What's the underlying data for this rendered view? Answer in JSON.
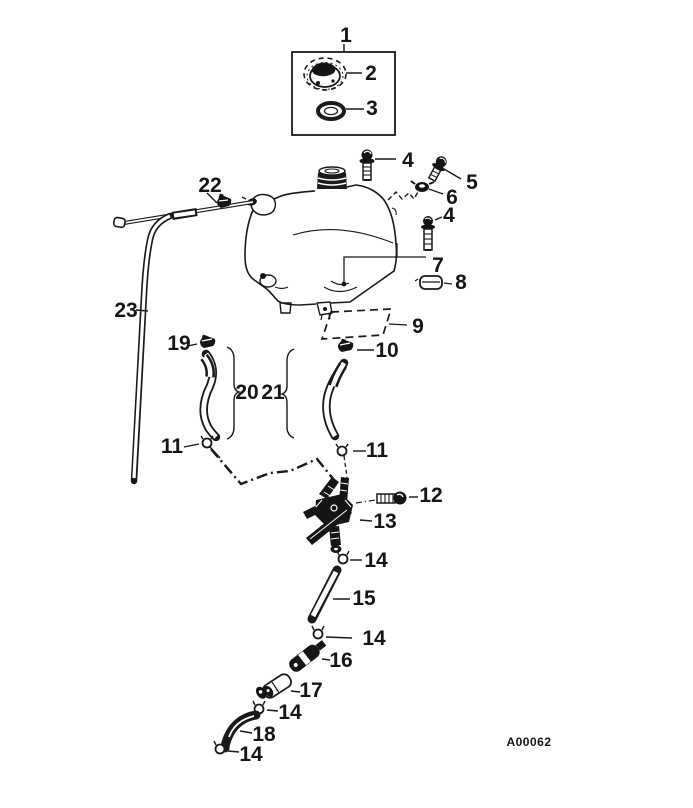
{
  "figure": {
    "drawing_code": "A00062",
    "callouts": [
      {
        "ref": "1"
      },
      {
        "ref": "2"
      },
      {
        "ref": "3"
      },
      {
        "ref": "4"
      },
      {
        "ref": "5"
      },
      {
        "ref": "6"
      },
      {
        "ref": "4"
      },
      {
        "ref": "22"
      },
      {
        "ref": "7"
      },
      {
        "ref": "8"
      },
      {
        "ref": "9"
      },
      {
        "ref": "23"
      },
      {
        "ref": "19"
      },
      {
        "ref": "10"
      },
      {
        "ref": "20"
      },
      {
        "ref": "21"
      },
      {
        "ref": "11"
      },
      {
        "ref": "11"
      },
      {
        "ref": "12"
      },
      {
        "ref": "13"
      },
      {
        "ref": "14"
      },
      {
        "ref": "15"
      },
      {
        "ref": "14"
      },
      {
        "ref": "16"
      },
      {
        "ref": "17"
      },
      {
        "ref": "14"
      },
      {
        "ref": "18"
      },
      {
        "ref": "14"
      }
    ]
  }
}
